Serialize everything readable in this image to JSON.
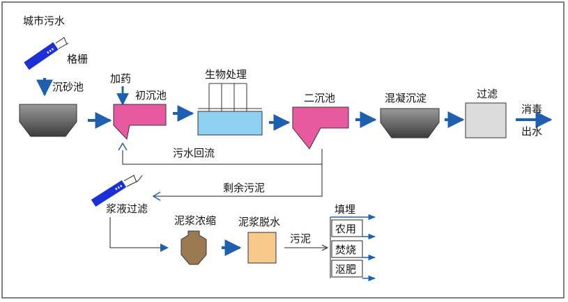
{
  "labels": {
    "sewage_source": "城市污水",
    "screen": "格栅",
    "grit_chamber": "沉砂池",
    "dosing": "加药",
    "primary_clarifier": "初沉池",
    "bio_treatment": "生物处理",
    "secondary_clarifier": "二沉池",
    "coagulation": "混凝沉淀",
    "filtration": "过滤",
    "disinfection": "消毒",
    "outlet": "出水",
    "sewage_return": "污水回流",
    "excess_sludge": "剩余污泥",
    "slurry_filter": "浆液过滤",
    "sludge_thickening": "泥浆浓缩",
    "sludge_dewatering": "泥浆脱水",
    "sludge": "污泥",
    "landfill": "填埋",
    "agriculture": "农用",
    "incineration": "焚烧",
    "compost": "沤肥"
  },
  "colors": {
    "arrow": "#1f5fb0",
    "pipe": "#1a2fd6",
    "clarifier": "#e85aa0",
    "tank_gray": "#555555",
    "bio_water": "#8fd0f0",
    "filter_box": "#dcdcdc",
    "thickener": "#9b7a52",
    "dewatering_box": "#f7c98a"
  }
}
